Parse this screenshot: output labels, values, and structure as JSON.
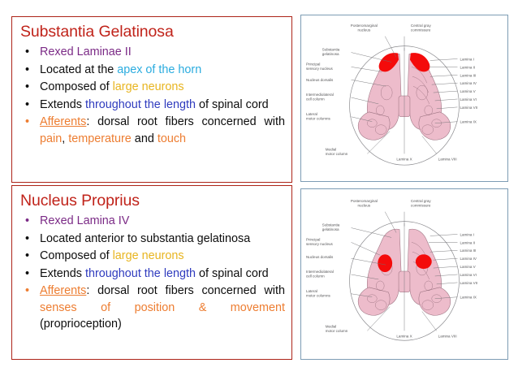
{
  "slide": {
    "panels": [
      {
        "id": "substantia-gelatinosa",
        "title": "Substantia Gelatinosa",
        "bullets": [
          {
            "marker": "•",
            "segments": [
              {
                "text": "Rexed Laminae II",
                "style": "purple"
              }
            ]
          },
          {
            "marker": "•",
            "segments": [
              {
                "text": "Located at the ",
                "style": "plain"
              },
              {
                "text": "apex of the horn",
                "style": "cyan"
              }
            ]
          },
          {
            "marker": "•",
            "segments": [
              {
                "text": "Composed of ",
                "style": "plain"
              },
              {
                "text": "large neurons",
                "style": "gold"
              }
            ]
          },
          {
            "marker": "•",
            "justify": true,
            "segments": [
              {
                "text": "Extends ",
                "style": "plain"
              },
              {
                "text": "throughout the length",
                "style": "blue"
              },
              {
                "text": " of spinal cord",
                "style": "plain"
              }
            ]
          },
          {
            "marker": "•",
            "markerStyle": "orange",
            "justify": true,
            "segments": [
              {
                "text": "Afferents",
                "style": "orange-underline"
              },
              {
                "text": ": dorsal root fibers concerned with ",
                "style": "plain"
              },
              {
                "text": "pain",
                "style": "orange"
              },
              {
                "text": ", ",
                "style": "plain"
              },
              {
                "text": "temperature",
                "style": "orange"
              },
              {
                "text": " and ",
                "style": "plain"
              },
              {
                "text": "touch",
                "style": "orange"
              }
            ]
          }
        ]
      },
      {
        "id": "nucleus-proprius",
        "title": "Nucleus Proprius",
        "bullets": [
          {
            "marker": "•",
            "markerStyle": "purple",
            "segments": [
              {
                "text": "Rexed Lamina IV",
                "style": "purple"
              }
            ]
          },
          {
            "marker": "•",
            "segments": [
              {
                "text": "Located anterior to substantia gelatinosa",
                "style": "plain"
              }
            ]
          },
          {
            "marker": "•",
            "segments": [
              {
                "text": "Composed of ",
                "style": "plain"
              },
              {
                "text": "large neurons",
                "style": "gold"
              }
            ]
          },
          {
            "marker": "•",
            "justify": true,
            "segments": [
              {
                "text": "Extends ",
                "style": "plain"
              },
              {
                "text": "throughout the length",
                "style": "blue"
              },
              {
                "text": " of spinal cord",
                "style": "plain"
              }
            ]
          },
          {
            "marker": "•",
            "markerStyle": "orange",
            "justify": true,
            "segments": [
              {
                "text": "Afferents",
                "style": "orange-underline"
              },
              {
                "text": ": dorsal root fibers concerned with ",
                "style": "plain"
              },
              {
                "text": "senses of position & movement",
                "style": "orange"
              },
              {
                "text": " (proprioception)",
                "style": "plain"
              }
            ]
          }
        ]
      }
    ],
    "diagrams": [
      {
        "id": "spinal-cord-lamina-ii",
        "highlight": "lamina-ii-apex-of-dorsal-horn",
        "labels_left": [
          "Posteromarginal\nnucleus",
          "Central gray\ncommissure",
          "Substantia\ngelatinosa",
          "Principal\nsensory nucleus",
          "Nucleus dorsalis",
          "Intermediolateral\ncell column",
          "Lateral\nmotor columns",
          "Medial\nmotor column"
        ],
        "labels_right": [
          "Lamina I",
          "Lamina II",
          "Lamina III",
          "Lamina IV",
          "Lamina V",
          "Lamina VI",
          "Lamina VII",
          "Lamina IX"
        ],
        "labels_bottom": [
          "Lamina X",
          "Lamina VIII"
        ]
      },
      {
        "id": "spinal-cord-lamina-iv",
        "highlight": "lamina-iv-nucleus-proprius",
        "labels_left": [
          "Posteromarginal\nnucleus",
          "Central gray\ncommissure",
          "Substantia\ngelatinosa",
          "Principal\nsensory nucleus",
          "Nucleus dorsalis",
          "Intermediolateral\ncell column",
          "Lateral\nmotor columns",
          "Medial\nmotor column"
        ],
        "labels_right": [
          "Lamina I",
          "Lamina II",
          "Lamina III",
          "Lamina IV",
          "Lamina V",
          "Lamina VI",
          "Lamina VII",
          "Lamina IX"
        ],
        "labels_bottom": [
          "Lamina X",
          "Lamina VIII"
        ]
      }
    ],
    "colors": {
      "title_red": "#c0231a",
      "panel_border_red": "#ad2418",
      "diagram_border_blue": "#7d9cb4",
      "purple": "#7b2a86",
      "cyan": "#2bacdf",
      "gold": "#e8b520",
      "blue": "#2f3bbe",
      "orange": "#ed7d31",
      "gray_matter_pink": "#edbccb",
      "highlight_red": "#f40b0b"
    }
  }
}
